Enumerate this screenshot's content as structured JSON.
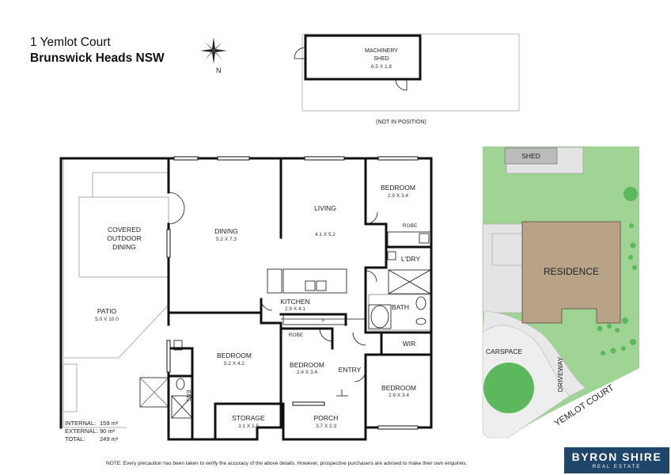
{
  "address": {
    "line1": "1 Yemlot Court",
    "line2": "Brunswick Heads NSW"
  },
  "compass": {
    "north_label": "N"
  },
  "shed": {
    "name_line1": "MACHINERY",
    "name_line2": "SHED",
    "size": "6.5 X 1.8",
    "note": "(NOT IN POSITION)"
  },
  "rooms": {
    "covered_outdoor": {
      "l1": "COVERED",
      "l2": "OUTDOOR",
      "l3": "DINING"
    },
    "patio": {
      "name": "PATIO",
      "size": "5.0 X 10.0"
    },
    "dining": {
      "name": "DINING",
      "size": "5.2 X 7.3"
    },
    "living": {
      "name": "LIVING",
      "size": "4.1 X 5.2"
    },
    "bedroom_ne": {
      "name": "BEDROOM",
      "size": "2.9 X 3.4"
    },
    "robe_ne": "ROBE",
    "laundry": "L'DRY",
    "kitchen": {
      "name": "KITCHEN",
      "size": "2.9 X 4.1"
    },
    "fridge": "F",
    "bath": "BATH",
    "wir": "WIR",
    "bedroom_main": {
      "name": "BEDROOM",
      "size": "5.2 X 4.2"
    },
    "robe_mid": "ROBE",
    "bedroom_mid": {
      "name": "BEDROOM",
      "size": "2.4 X 3.4"
    },
    "entry": "ENTRY",
    "bedroom_se": {
      "name": "BEDROOM",
      "size": "2.9 X 3.4"
    },
    "ens": "ENS",
    "storage": {
      "name": "STORAGE",
      "size": "3.1 X 1.5"
    },
    "porch": {
      "name": "PORCH",
      "size": "3.7 X 2.3"
    }
  },
  "areas": [
    {
      "label": "INTERNAL:",
      "value": "159  m²"
    },
    {
      "label": "EXTERNAL:",
      "value": "90  m²"
    },
    {
      "label": "TOTAL:",
      "value": "249  m²"
    }
  ],
  "site": {
    "shed": "SHED",
    "residence": "RESIDENCE",
    "carspace": "CARSPACE",
    "driveway": "DRIVEWAY",
    "street": "YEMLOT COURT"
  },
  "note": "NOTE: Every precaution has been taken to verify the accuracy of the above details. However, prospective purchasers are advised to make their own enquiries.",
  "logo": {
    "brand": "BYRON SHIRE",
    "sub": "REAL ESTATE"
  },
  "colors": {
    "lawn": "#9fd495",
    "residence": "#b8a288",
    "tree": "#5cb85c",
    "walls": "#111111",
    "logo_bg": "#20456b"
  }
}
